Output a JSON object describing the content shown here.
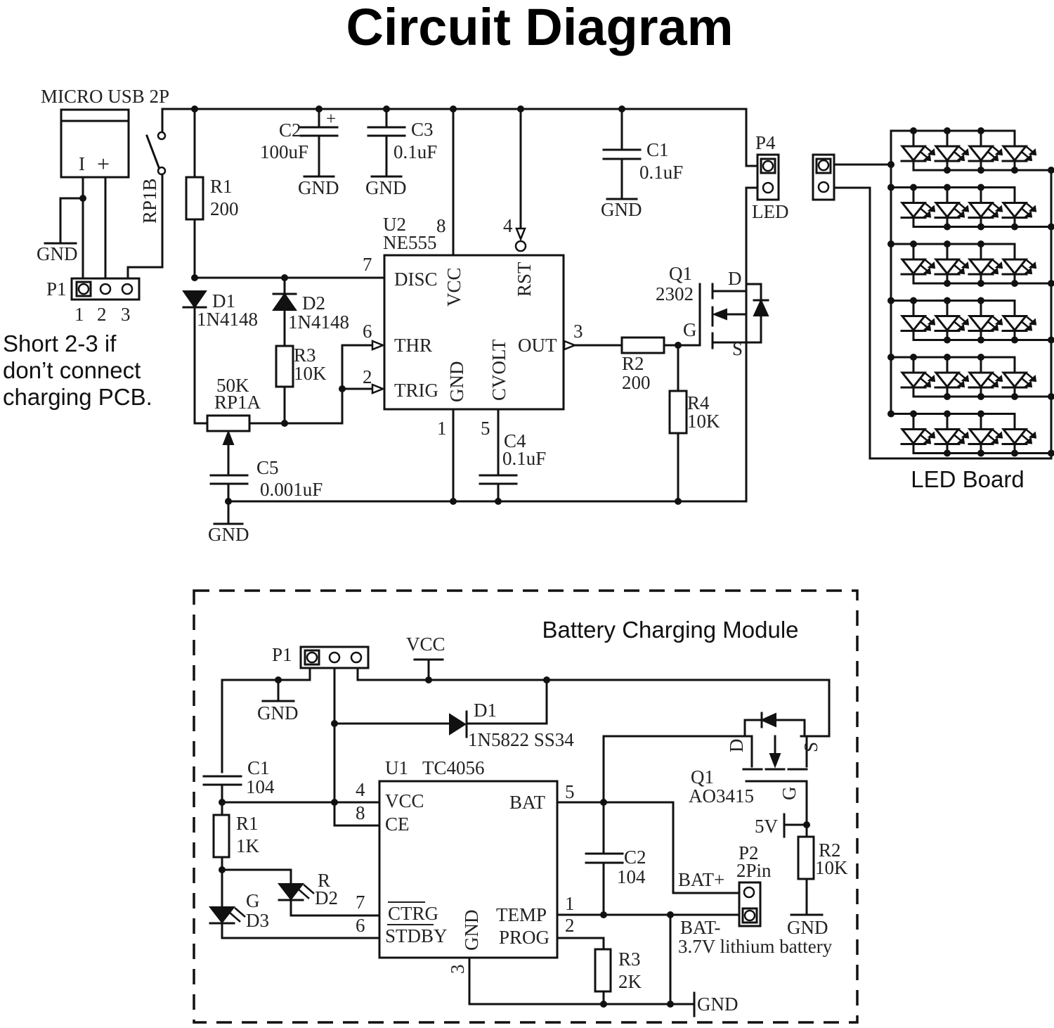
{
  "title": "Circuit Diagram",
  "main_circuit": {
    "usb": {
      "label": "MICRO USB 2P",
      "minus": "I",
      "plus": "+"
    },
    "switch": {
      "label": "RP1B"
    },
    "gnd_label": "GND",
    "p1": {
      "ref": "P1",
      "pins": [
        "1",
        "2",
        "3"
      ]
    },
    "note": [
      "Short 2-3 if",
      "don’t connect",
      "charging PCB."
    ],
    "r1": {
      "ref": "R1",
      "value": "200"
    },
    "c2": {
      "ref": "C2",
      "value": "100uF",
      "polarity": "+"
    },
    "c3": {
      "ref": "C3",
      "value": "0.1uF"
    },
    "c1": {
      "ref": "C1",
      "value": "0.1uF"
    },
    "d1": {
      "ref": "D1",
      "value": "1N4148"
    },
    "d2": {
      "ref": "D2",
      "value": "1N4148"
    },
    "r3": {
      "ref": "R3",
      "value": "10K"
    },
    "rp1a": {
      "ref": "RP1A",
      "value": "50K"
    },
    "c5": {
      "ref": "C5",
      "value": "0.001uF"
    },
    "c4": {
      "ref": "C4",
      "value": "0.1uF"
    },
    "u2": {
      "ref": "U2",
      "part": "NE555",
      "pins": {
        "disc": "DISC",
        "vcc": "VCC",
        "rst": "RST",
        "thr": "THR",
        "trig": "TRIG",
        "gnd": "GND",
        "cvolt": "CVOLT",
        "out": "OUT"
      },
      "pin_numbers": {
        "disc": "7",
        "vcc": "8",
        "rst": "4",
        "thr": "6",
        "trig": "2",
        "gnd": "1",
        "cvolt": "5",
        "out": "3"
      }
    },
    "r2": {
      "ref": "R2",
      "value": "200"
    },
    "r4": {
      "ref": "R4",
      "value": "10K"
    },
    "q1": {
      "ref": "Q1",
      "part": "2302",
      "d": "D",
      "g": "G",
      "s": "S"
    },
    "p4": {
      "ref": "P4",
      "label": "LED"
    }
  },
  "led_board": {
    "label": "LED Board",
    "rows": 6,
    "leds_per_row": 4
  },
  "charging_module": {
    "title": "Battery Charging Module",
    "p1": {
      "ref": "P1"
    },
    "vcc_label": "VCC",
    "gnd_label": "GND",
    "d1": {
      "ref": "D1",
      "value": "1N5822 SS34"
    },
    "c1": {
      "ref": "C1",
      "value": "104"
    },
    "r1": {
      "ref": "R1",
      "value": "1K"
    },
    "d2": {
      "ref": "D2",
      "color": "R"
    },
    "d3": {
      "ref": "D3",
      "color": "G"
    },
    "u1": {
      "ref": "U1",
      "part": "TC4056",
      "pins": {
        "vcc": "VCC",
        "ce": "CE",
        "ctrg": "CTRG",
        "stdby": "STDBY",
        "gnd": "GND",
        "bat": "BAT",
        "temp": "TEMP",
        "prog": "PROG"
      },
      "pin_numbers": {
        "vcc": "4",
        "ce": "8",
        "ctrg": "7",
        "stdby": "6",
        "gnd": "3",
        "bat": "5",
        "temp": "1",
        "prog": "2"
      }
    },
    "c2": {
      "ref": "C2",
      "value": "104"
    },
    "r3": {
      "ref": "R3",
      "value": "2K"
    },
    "q1": {
      "ref": "Q1",
      "part": "AO3415",
      "d": "D",
      "s": "S",
      "g": "G"
    },
    "five_v": "5V",
    "r2": {
      "ref": "R2",
      "value": "10K"
    },
    "p2": {
      "ref": "P2",
      "value": "2Pin"
    },
    "bat_plus": "BAT+",
    "bat_minus": "BAT-",
    "battery": "3.7V lithium battery"
  }
}
